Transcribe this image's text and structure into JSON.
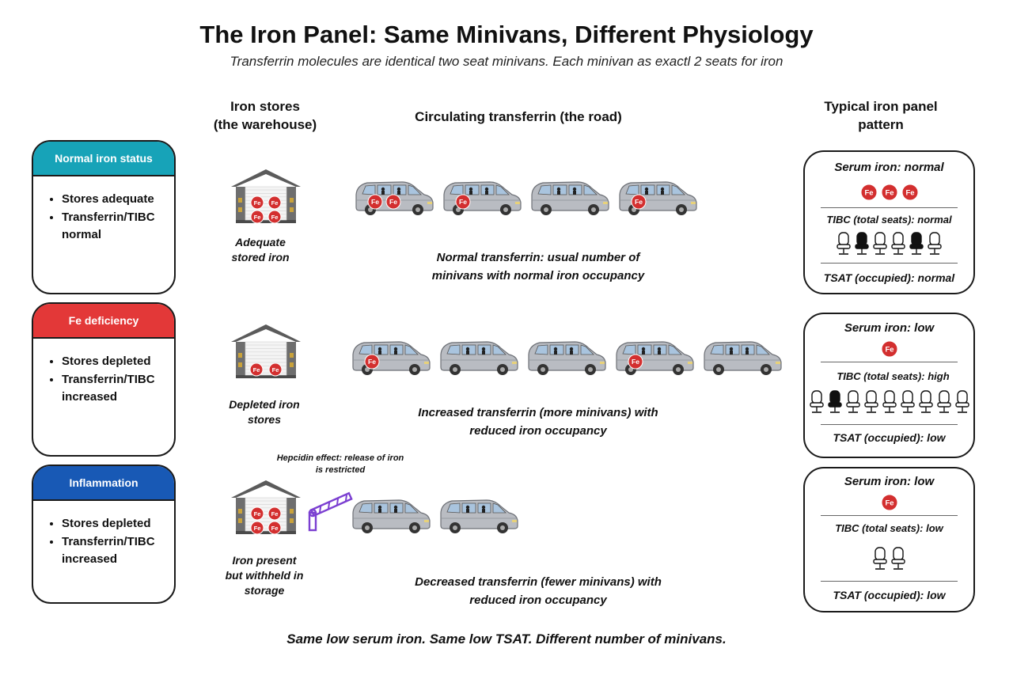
{
  "title": "The Iron Panel: Same Minivans, Different Physiology",
  "subtitle": "Transferrin molecules are identical two seat minivans. Each minivan as exactl 2 seats for iron",
  "columns": {
    "stores_line1": "Iron stores",
    "stores_line2": "(the warehouse)",
    "road": "Circulating transferrin (the road)",
    "panel_line1": "Typical iron panel",
    "panel_line2": "pattern"
  },
  "fe_label": "Fe",
  "colors": {
    "normal": "#17a3b8",
    "deficiency": "#e33838",
    "inflammation": "#1859b5",
    "fe": "#d32f2f",
    "gate": "#7b3fd1",
    "van": "#b9bcc2"
  },
  "rows": [
    {
      "status": "Normal iron status",
      "bullets": [
        "Stores adequate",
        "Transferrin/TIBC normal"
      ],
      "stores_caption": [
        "Adequate",
        "stored iron"
      ],
      "road_caption": [
        "Normal transferrin: usual number of",
        "minivans with normal iron occupancy"
      ],
      "panel": {
        "serum": "Serum iron: normal",
        "tibc": "TIBC (total seats): normal",
        "tsat": "TSAT (occupied): normal",
        "fe_count": 3,
        "seats": 6,
        "occupied_seats": [
          1,
          4
        ]
      }
    },
    {
      "status": "Fe deficiency",
      "bullets": [
        "Stores depleted",
        "Transferrin/TIBC increased"
      ],
      "stores_caption": [
        "Depleted iron",
        "stores"
      ],
      "road_caption": [
        "Increased transferrin (more minivans) with",
        "reduced iron occupancy"
      ],
      "panel": {
        "serum": "Serum iron: low",
        "tibc": "TIBC (total seats): high",
        "tsat": "TSAT (occupied): low",
        "fe_count": 1,
        "seats": 9,
        "occupied_seats": [
          1
        ]
      }
    },
    {
      "status": "Inflammation",
      "bullets": [
        "Stores depleted",
        "Transferrin/TIBC increased"
      ],
      "stores_caption": [
        "Iron present",
        "but withheld in",
        "storage"
      ],
      "road_caption": [
        "Decreased transferrin (fewer minivans) with",
        "reduced iron occupancy"
      ],
      "hepcidin_note": [
        "Hepcidin effect: release of iron",
        "is restricted"
      ],
      "panel": {
        "serum": "Serum iron: low",
        "tibc": "TIBC (total seats): low",
        "tsat": "TSAT (occupied): low",
        "fe_count": 1,
        "seats": 2,
        "occupied_seats": []
      }
    }
  ],
  "footer": "Same low serum iron. Same low TSAT. Different number of minivans."
}
